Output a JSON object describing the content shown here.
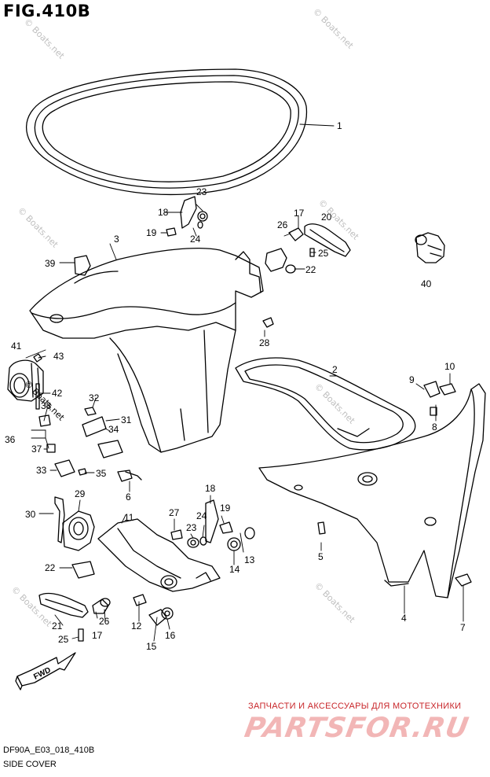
{
  "figure": {
    "title": "FIG.410B",
    "code": "DF90A_E03_018_410B",
    "section": "SIDE COVER"
  },
  "fwd_label": "FWD",
  "watermark_text": "© Boats.net",
  "slogan": "ЗАПЧАСТИ И АКСЕССУАРЫ ДЛЯ МОТОТЕХНИКИ",
  "brand": "PARTSFOR.RU",
  "callouts": [
    "1",
    "2",
    "3",
    "4",
    "5",
    "6",
    "7",
    "8",
    "9",
    "10",
    "11",
    "12",
    "13",
    "14",
    "15",
    "16",
    "17",
    "18",
    "19",
    "20",
    "21",
    "22",
    "23",
    "24",
    "25",
    "26",
    "27",
    "28",
    "29",
    "30",
    "31",
    "32",
    "33",
    "34",
    "35",
    "36",
    "37",
    "38",
    "39",
    "40",
    "41",
    "42",
    "43",
    "17",
    "18",
    "19",
    "21",
    "22",
    "23",
    "24",
    "25",
    "26"
  ],
  "colors": {
    "line": "#000000",
    "watermark": "#bfbfbf",
    "slogan": "#c8262a",
    "brand": "#f2b6b6"
  }
}
